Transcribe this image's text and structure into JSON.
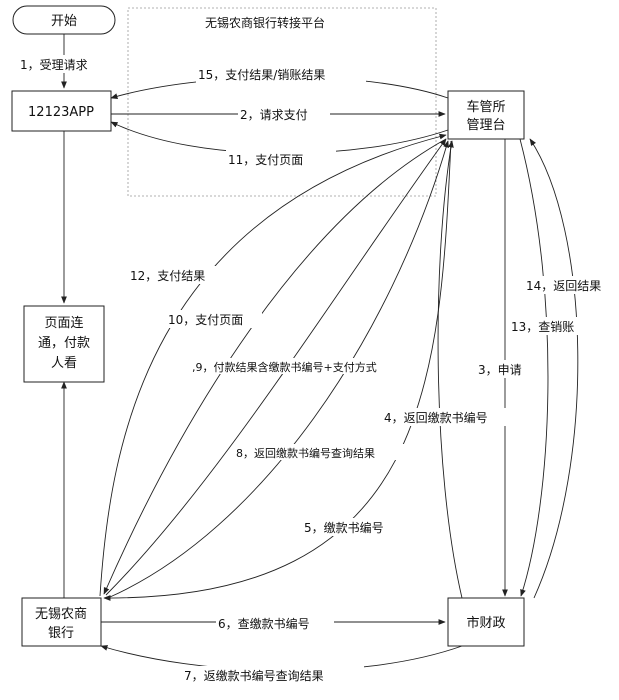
{
  "platform_title": "无锡农商银行转接平台",
  "nodes": {
    "start": "开始",
    "app": "12123APP",
    "dmv": [
      "车管所",
      "管理台"
    ],
    "page": [
      "页面连",
      "通，付款",
      "人看"
    ],
    "bank": [
      "无锡农商",
      "银行"
    ],
    "finance": "市财政"
  },
  "edges": {
    "e1": "1，受理请求",
    "e2": "2，请求支付",
    "e3": "3，申请",
    "e4": "4，返回缴款书编号",
    "e5": "5，缴款书编号",
    "e6": "6，查缴款书编号",
    "e7": "7，返缴款书编号查询结果",
    "e8": "8，返回缴款书编号查询结果",
    "e9": ",9，付款结果含缴款书编号+支付方式",
    "e10": "10，支付页面",
    "e11": "11，支付页面",
    "e12": "12，支付结果",
    "e13": "13，查销账",
    "e14": "14，返回结果",
    "e15": "15，支付结果/销账结果"
  }
}
